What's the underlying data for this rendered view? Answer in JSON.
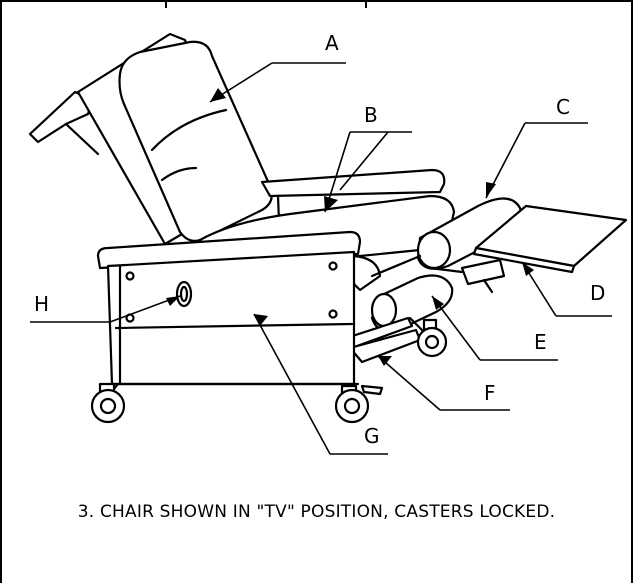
{
  "figure": {
    "caption": "3. CHAIR SHOWN IN \"TV\" POSITION, CASTERS LOCKED.",
    "callouts": {
      "A": "A",
      "B": "B",
      "C": "C",
      "D": "D",
      "E": "E",
      "F": "F",
      "G": "G",
      "H": "H"
    }
  }
}
